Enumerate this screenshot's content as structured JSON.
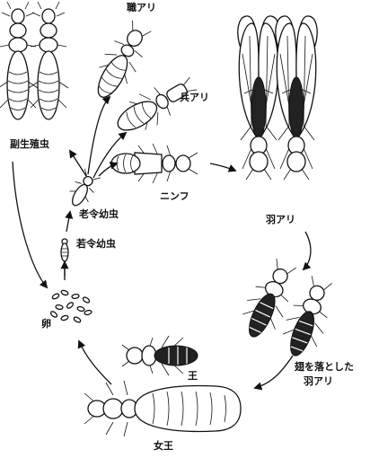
{
  "labels": {
    "worker": "職アリ",
    "soldier": "兵アリ",
    "secondary_reproductive": "副生殖虫",
    "nymph": "ニンフ",
    "older_larva": "老令幼虫",
    "young_larva": "若令幼虫",
    "winged": "羽アリ",
    "egg": "卵",
    "king": "王",
    "dealate_line1": "翅を落とした",
    "dealate_line2": "羽アリ",
    "queen": "女王"
  }
}
